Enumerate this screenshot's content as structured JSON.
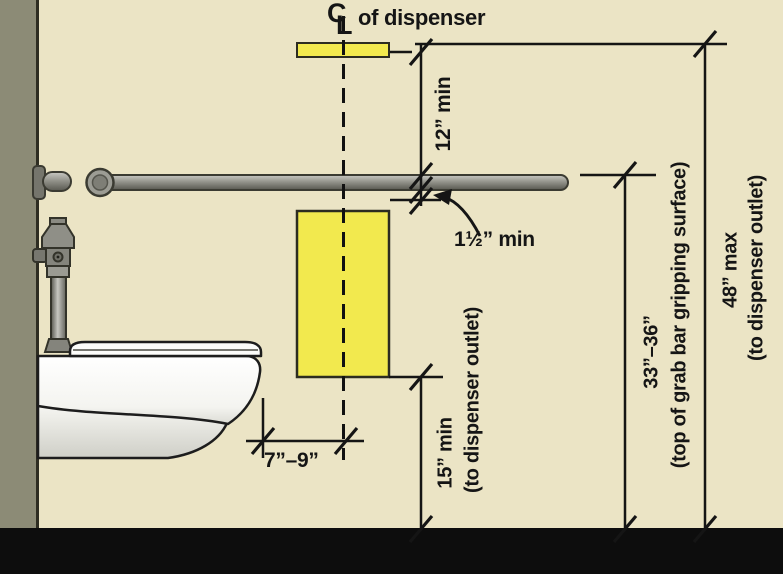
{
  "diagram": {
    "centerline_symbol": {
      "c": "C",
      "l": "L"
    },
    "centerline_label": "of dispenser",
    "dims": {
      "d12": "12” min",
      "d1_5": "1½” min",
      "d15": {
        "value": "15” min",
        "note": "(to dispenser outlet)"
      },
      "d7_9": "7”–9”",
      "d33_36": {
        "value": "33”–36”",
        "note": "(top of grab bar gripping surface)"
      },
      "d48": {
        "value": "48” max",
        "note": "(to dispenser outlet)"
      }
    },
    "colors": {
      "background": "#ebe4c5",
      "wall": "#8c8b76",
      "dispenser_highlight": "#f2e94e",
      "floor": "#0d0d0d",
      "line": "#151515",
      "grab_bar": "#90908a",
      "fixture_white": "#fcfcfa"
    }
  }
}
